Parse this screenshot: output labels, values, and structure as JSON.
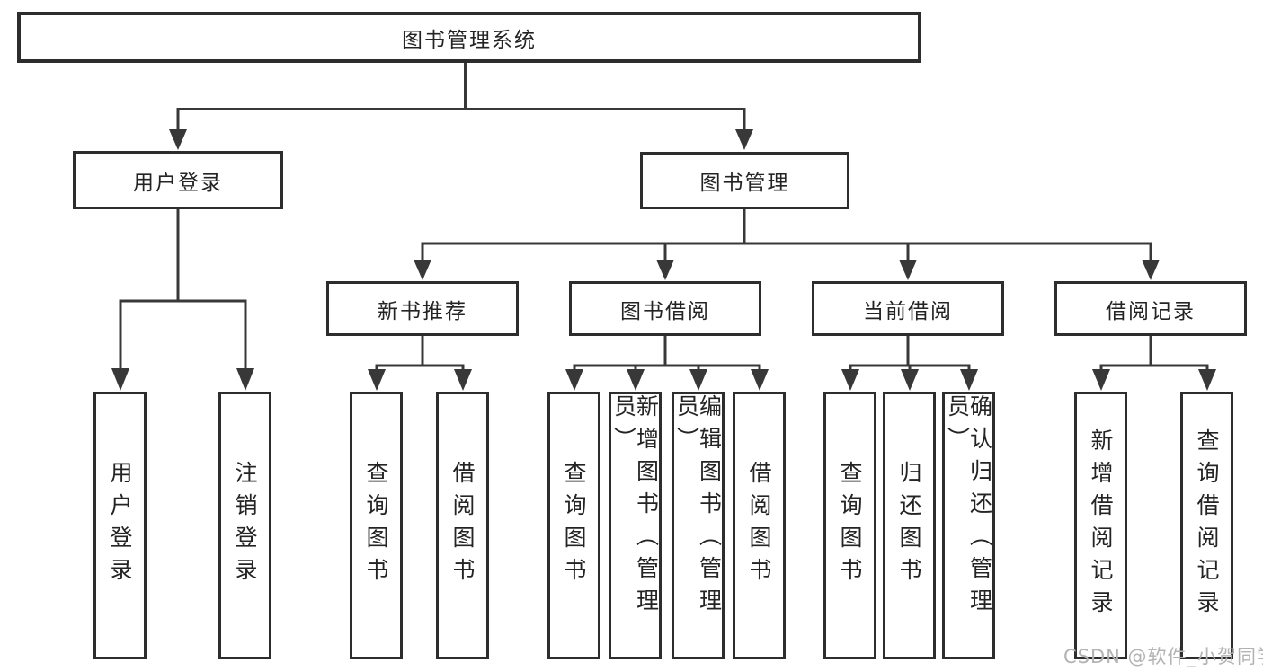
{
  "diagram": {
    "title": "图书管理系统",
    "type": "hierarchy-tree"
  },
  "tree": {
    "label": "图书管理系统",
    "children": [
      {
        "label": "用户登录",
        "children": [
          {
            "label": "用户登录"
          },
          {
            "label": "注销登录"
          }
        ]
      },
      {
        "label": "图书管理",
        "children": [
          {
            "label": "新书推荐",
            "children": [
              {
                "label": "查询图书"
              },
              {
                "label": "借阅图书"
              }
            ]
          },
          {
            "label": "图书借阅",
            "children": [
              {
                "label": "查询图书"
              },
              {
                "label": "新增图书（管理员）"
              },
              {
                "label": "编辑图书（管理员）"
              },
              {
                "label": "借阅图书"
              }
            ]
          },
          {
            "label": "当前借阅",
            "children": [
              {
                "label": "查询图书"
              },
              {
                "label": "归还图书"
              },
              {
                "label": "确认归还（管理员）"
              }
            ]
          },
          {
            "label": "借阅记录",
            "children": [
              {
                "label": "新增借阅记录"
              },
              {
                "label": "查询借阅记录"
              }
            ]
          }
        ]
      }
    ]
  },
  "watermark": {
    "text": "CSDN @软件_小贺同学"
  },
  "colors": {
    "background": "#ffffff",
    "box_border": "#2d2d2d",
    "line": "#383838",
    "text": "#242424",
    "watermark": "#b3b3b3"
  }
}
